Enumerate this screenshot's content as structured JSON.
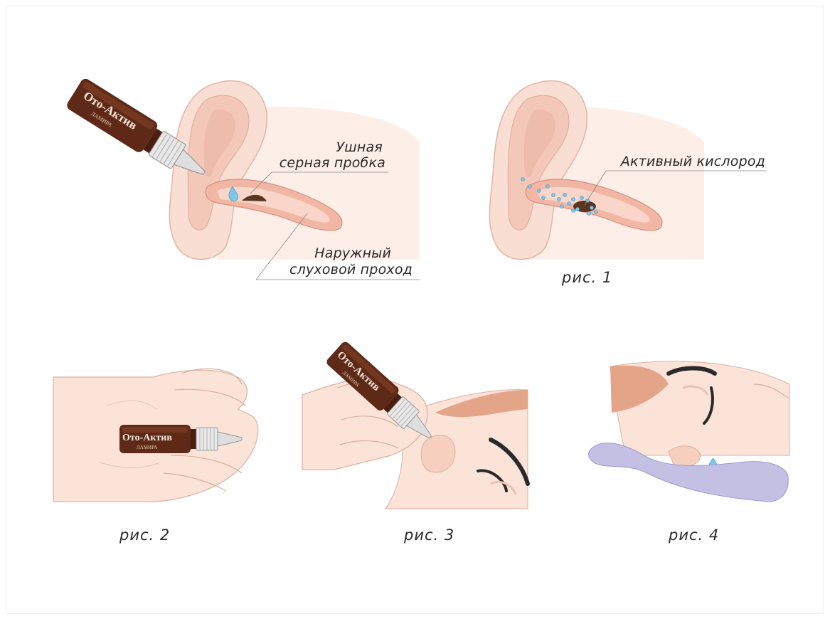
{
  "product": {
    "brand": "Ото-Актив",
    "maker": "ЛАМИРА"
  },
  "labels": {
    "earwax_plug": [
      "Ушная",
      "серная пробка"
    ],
    "ear_canal": [
      "Наружный",
      "слуховой проход"
    ],
    "active_oxygen": "Активный кислород"
  },
  "captions": {
    "fig1": "рис. 1",
    "fig2": "рис. 2",
    "fig3": "рис. 3",
    "fig4": "рис. 4"
  },
  "colors": {
    "skin": "#f9ded3",
    "skin_shadow": "#eebcac",
    "skin_deep": "#e6a896",
    "bottle": "#5e2a17",
    "wax": "#5a3520",
    "drop": "#7cc8e6",
    "pillow": "#c4c0e4",
    "hair": "#e4a487"
  }
}
